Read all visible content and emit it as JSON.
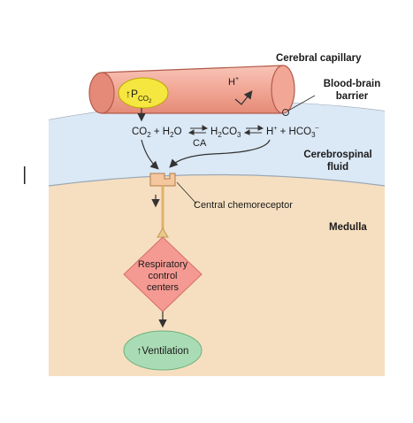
{
  "labels": {
    "cerebral_capillary": "Cerebral capillary",
    "bbb_line1": "Blood-brain",
    "bbb_line2": "barrier",
    "csf_line1": "Cerebrospinal",
    "csf_line2": "fluid",
    "medulla": "Medulla",
    "central_chemoreceptor": "Central chemoreceptor",
    "h_plus_capillary": "H",
    "h_plus_sup": "+"
  },
  "pco2": {
    "arrow": "↑",
    "p": "P",
    "sub": "CO",
    "sub2": "2"
  },
  "equation": {
    "co2": "CO",
    "sub_2a": "2",
    "plus1": " + H",
    "sub_2b": "2",
    "o": "O",
    "h2co3_h": "H",
    "sub_2c": "2",
    "h2co3_co": "CO",
    "sub_3a": "3",
    "h": "H",
    "sup_plus": "+",
    "plus2": " + HCO",
    "sub_3b": "3",
    "sup_minus": "–",
    "enzyme": "CA"
  },
  "respiratory": {
    "line1": "Respiratory",
    "line2": "control",
    "line3": "centers"
  },
  "ventilation": {
    "arrow": "↑",
    "label": "Ventilation"
  },
  "colors": {
    "medulla_bg": "#f6dfc0",
    "csf_bg": "#dbe8f5",
    "capillary": "#f2a796",
    "pco2_oval": "#f5e640",
    "diamond": "#f59a93",
    "ventilation_oval": "#a9dcb4",
    "receptor": "#f5c79f"
  }
}
